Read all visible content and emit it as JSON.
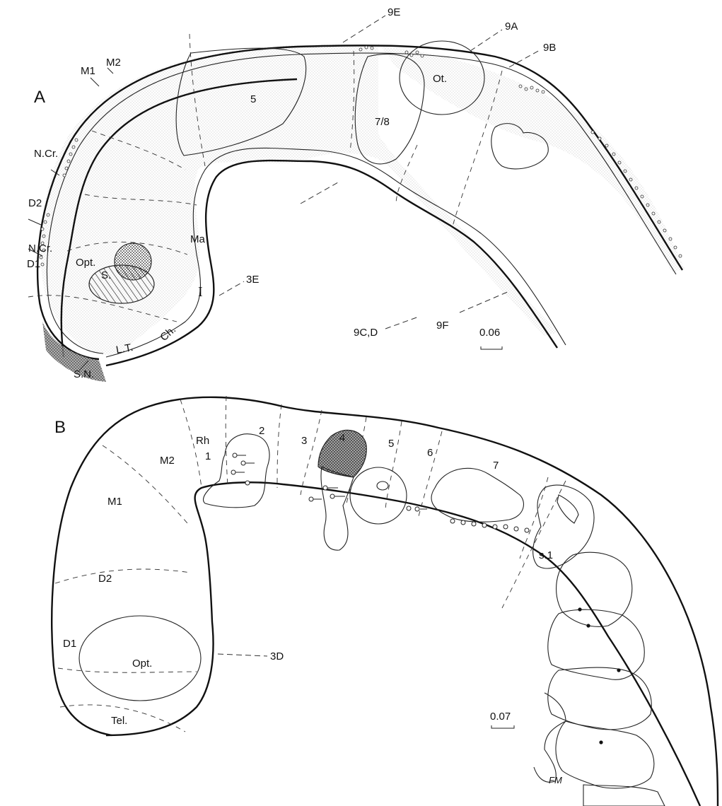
{
  "panels": {
    "a": {
      "letter": "A",
      "labels": {
        "m1": "M1",
        "m2": "M2",
        "ncr_top": "N.Cr.",
        "d2": "D2",
        "ncr_low": "N.Cr.",
        "d1": "D1",
        "opt": "Opt.",
        "s": "S.",
        "sn": "S.N.",
        "lt": "L.T.",
        "ch": "Ch.",
        "ma": "Ma",
        "i": "I",
        "r5": "5",
        "r78": "7/8",
        "ot": "Ot."
      },
      "section_refs": {
        "e9": "9E",
        "a9": "9A",
        "b9": "9B",
        "e3": "3E",
        "cd9": "9C,D",
        "f9": "9F"
      },
      "scale_bar": "0.06"
    },
    "b": {
      "letter": "B",
      "labels": {
        "m2": "M2",
        "m1": "M1",
        "d2": "D2",
        "d1": "D1",
        "opt": "Opt.",
        "tel": "Tel.",
        "rh": "Rh",
        "r1": "1",
        "r2": "2",
        "r3": "3",
        "r4": "4",
        "r5": "5",
        "r6": "6",
        "r7": "7",
        "s1": "s.1",
        "fm": "FM"
      },
      "section_refs": {
        "d3": "3D"
      },
      "scale_bar": "0.07"
    }
  }
}
